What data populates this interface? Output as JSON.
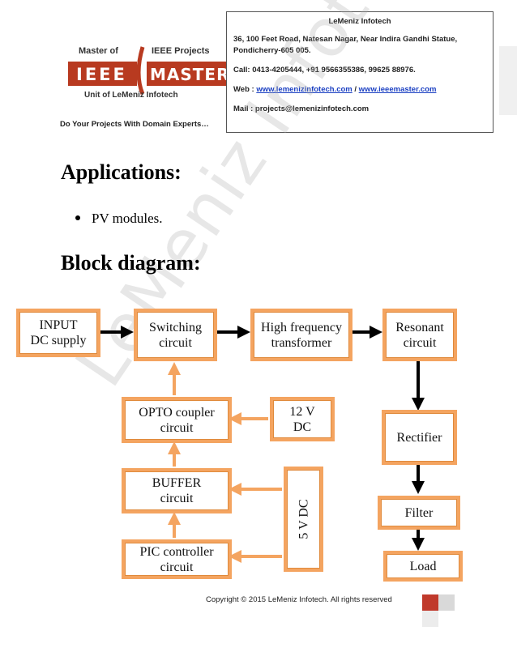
{
  "logo": {
    "top_left": "Master of",
    "top_right": "IEEE Projects",
    "main_left": "IEEE",
    "main_right": "MASTER",
    "bottom": "Unit of LeMeniz Infotech"
  },
  "tagline": "Do Your Projects With Domain Experts…",
  "contact": {
    "title": "LeMeniz Infotech",
    "address": "36, 100 Feet Road, Natesan Nagar, Near Indira Gandhi Statue, Pondicherry-605 005.",
    "call": "Call: 0413-4205444, +91 9566355386, 99625 88976.",
    "web_label": "Web : ",
    "web_link1": "www.lemenizinfotech.com",
    "web_sep": " / ",
    "web_link2": "www.ieeemaster.com",
    "mail": "Mail : projects@lemenizinfotech.com"
  },
  "applications": {
    "heading": "Applications:",
    "items": [
      "PV modules."
    ]
  },
  "block_diagram": {
    "heading": "Block diagram:",
    "blocks": {
      "input": [
        "INPUT",
        "DC supply"
      ],
      "switching": [
        "Switching",
        "circuit"
      ],
      "hf_transformer": [
        "High frequency",
        "transformer"
      ],
      "resonant": [
        "Resonant",
        "circuit"
      ],
      "opto": [
        "OPTO coupler",
        "circuit"
      ],
      "v12": [
        "12 V",
        "DC"
      ],
      "rectifier": [
        "Rectifier"
      ],
      "buffer": [
        "BUFFER",
        "circuit"
      ],
      "v5": "5 V DC",
      "filter": [
        "Filter"
      ],
      "pic": [
        "PIC controller",
        "circuit"
      ],
      "load": [
        "Load"
      ]
    }
  },
  "watermark": "LeMeniz Infotech",
  "footer": "Copyright © 2015 LeMeniz Infotech. All rights reserved",
  "colors": {
    "block_border": "#f4a460",
    "arrow_orange": "#f4a460",
    "arrow_black": "#000000",
    "logo_red": "#b83a20",
    "link": "#1a3fc2",
    "footer_red": "#c0392b",
    "footer_grey": "#d9d9d9"
  }
}
